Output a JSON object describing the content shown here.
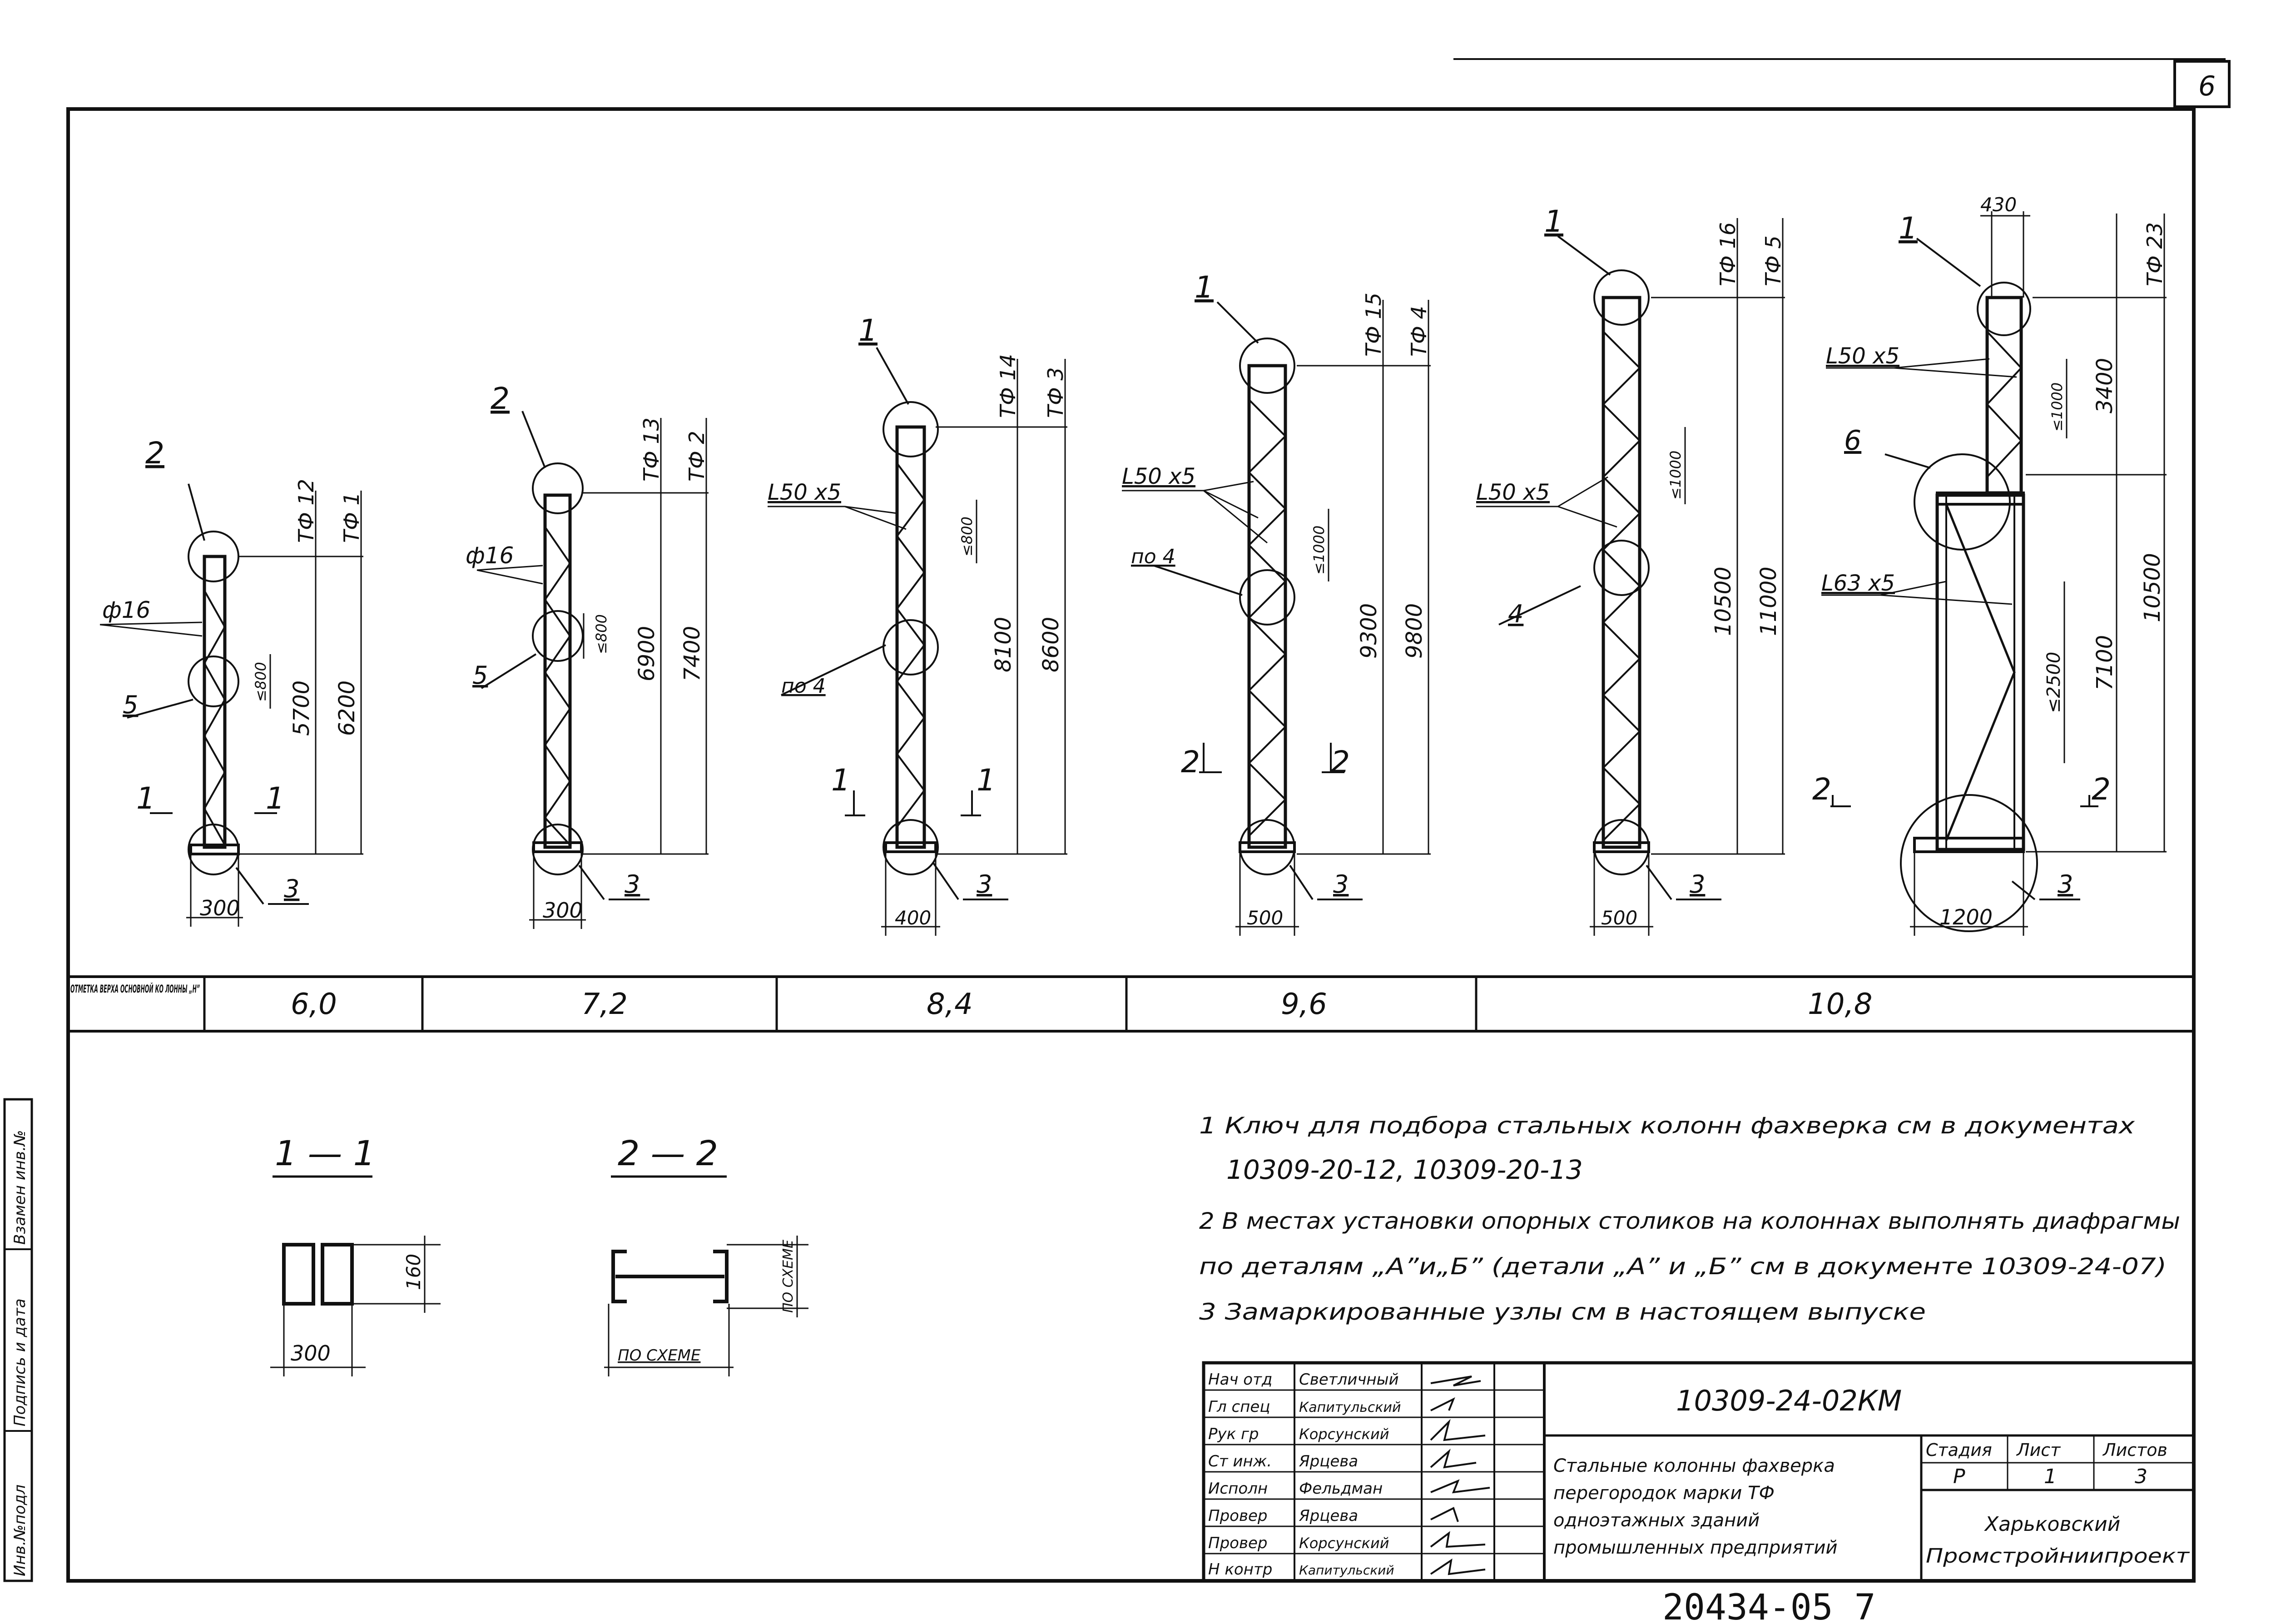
{
  "page_number": "6",
  "footer_number": "20434-05   7",
  "columns": [
    {
      "callout_top": "2",
      "mark_upper": "ТФ 12",
      "mark_lower": "ТФ 1",
      "dim_upper": "5700",
      "dim_lower": "6200",
      "width": "300",
      "bar_label": "ф16",
      "brace_label": "≤800",
      "node_label": "5",
      "base_label": "3",
      "section_mark": "1",
      "height_mark": "6,0"
    },
    {
      "callout_top": "2",
      "mark_upper": "ТФ 13",
      "mark_lower": "ТФ 2",
      "dim_upper": "6900",
      "dim_lower": "7400",
      "width": "300",
      "bar_label": "ф16",
      "brace_label": "≤800",
      "node_label": "5",
      "base_label": "3",
      "section_mark": "",
      "height_mark": "7,2"
    },
    {
      "callout_top": "1",
      "mark_upper": "ТФ 14",
      "mark_lower": "ТФ 3",
      "dim_upper": "8100",
      "dim_lower": "8600",
      "width": "400",
      "bar_label": "L50 x5",
      "brace_label": "≤800",
      "node_label": "по 4",
      "base_label": "3",
      "section_mark": "1",
      "height_mark": "8,4"
    },
    {
      "callout_top": "1",
      "mark_upper": "ТФ 15",
      "mark_lower": "ТФ 4",
      "dim_upper": "9300",
      "dim_lower": "9800",
      "width": "500",
      "bar_label": "L50 x5",
      "brace_label": "≤1000",
      "node_label": "по 4",
      "base_label": "3",
      "section_mark": "2",
      "height_mark": "9,6"
    },
    {
      "callout_top": "1",
      "mark_upper": "ТФ 16",
      "mark_lower": "ТФ 5",
      "dim_upper": "10500",
      "dim_lower": "11000",
      "width": "500",
      "bar_label": "L50 x5",
      "brace_label": "≤1000",
      "node_label": "4",
      "base_label": "3",
      "section_mark": "",
      "height_mark": "10,8"
    },
    {
      "callout_top": "1",
      "mark_upper": "ТФ 23",
      "mark_lower": "",
      "dim_upper": "3400",
      "dim_lower": "10500",
      "dim_mid": "7100",
      "top_width": "430",
      "width": "1200",
      "bar_label": "L50 x5",
      "bar_label_lower": "L63 x5",
      "brace_label": "≤1000",
      "brace_label_lower": "≤2500",
      "node_label": "6",
      "base_label": "3",
      "section_mark": "2",
      "height_mark": ""
    }
  ],
  "height_table": {
    "header": "ОТМЕТКА ВЕРХА ОСНОВНОЙ КО ЛОННЫ „Н”",
    "values": [
      "6,0",
      "7,2",
      "8,4",
      "9,6",
      "10,8"
    ]
  },
  "sections": [
    {
      "title": "1 — 1",
      "width_dim": "300",
      "height_dim": "160"
    },
    {
      "title": "2 — 2",
      "width_dim": "ПО СХЕМЕ",
      "height_dim": "ПО СХЕМЕ"
    }
  ],
  "notes": [
    "1 Ключ для подбора стальных колонн фахверка см в документах",
    "10309-20-12,  10309-20-13",
    "2 В местах установки опорных столиков на колоннах выполнять диафрагмы",
    "по деталям „А”и„Б” (детали „А” и „Б”  см в документе 10309-24-07)",
    "3 Замаркированные узлы см в настоящем выпуске"
  ],
  "side_stamp": [
    "Инв.№подл",
    "Подпись и дата",
    "Взамен инв.№"
  ],
  "title_block": {
    "doc_code": "10309-24-02КМ",
    "roles": [
      {
        "role": "Нач отд",
        "name": "Светличный"
      },
      {
        "role": "Гл спец",
        "name": "Капитульский"
      },
      {
        "role": "Рук гр",
        "name": "Корсунский"
      },
      {
        "role": "Ст инж.",
        "name": "Ярцева"
      },
      {
        "role": "Исполн",
        "name": "Фельдман"
      },
      {
        "role": "Провер",
        "name": "Ярцева"
      },
      {
        "role": "Провер",
        "name": "Корсунский"
      },
      {
        "role": "Н контр",
        "name": "Капитульский"
      }
    ],
    "description": [
      "Стальные колонны фахверка",
      "перегородок марки ТФ",
      "одноэтажных зданий",
      "промышленных предприятий"
    ],
    "stage_label": "Стадия",
    "stage": "Р",
    "sheet_label": "Лист",
    "sheet": "1",
    "sheets_label": "Листов",
    "sheets": "3",
    "organization": [
      "Харьковский",
      "Промстройниипроект"
    ]
  }
}
